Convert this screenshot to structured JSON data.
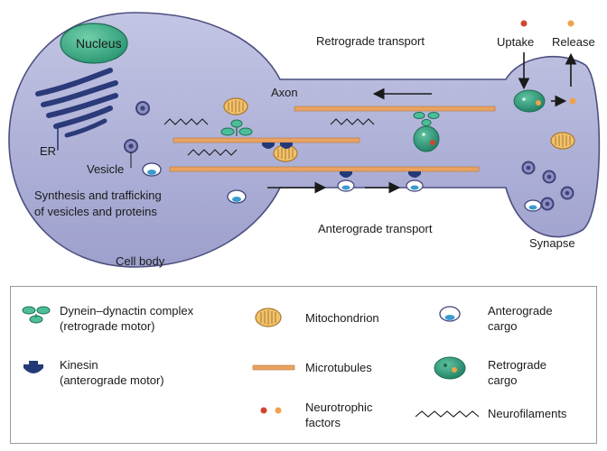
{
  "diagram": {
    "labels": {
      "nucleus": "Nucleus",
      "er": "ER",
      "vesicle": "Vesicle",
      "synthesis_line1": "Synthesis and trafficking",
      "synthesis_line2": "of vesicles and proteins",
      "cell_body": "Cell body",
      "axon": "Axon",
      "retrograde_transport": "Retrograde transport",
      "anterograde_transport": "Anterograde transport",
      "uptake": "Uptake",
      "release": "Release",
      "synapse": "Synapse"
    }
  },
  "legend": {
    "dynein_line1": "Dynein–dynactin complex",
    "dynein_line2": "(retrograde motor)",
    "mitochondrion": "Mitochondrion",
    "anterograde_cargo_line1": "Anterograde",
    "anterograde_cargo_line2": "cargo",
    "kinesin_line1": "Kinesin",
    "kinesin_line2": "(anterograde motor)",
    "microtubules": "Microtubules",
    "retrograde_cargo_line1": "Retrograde",
    "retrograde_cargo_line2": "cargo",
    "neurotrophic_line1": "Neurotrophic",
    "neurotrophic_line2": "factors",
    "neurofilaments": "Neurofilaments"
  },
  "colors": {
    "cell": "#a9acd4",
    "cell_edge": "#4c4f80",
    "nucleus": "#38a784",
    "er": "#2b3a78",
    "microtubule": "#e9a260",
    "mitochondrion": "#f2c36d",
    "retrograde_cargo": "#2f9c80",
    "kinesin": "#243a78",
    "neurotrophic_red": "#d0452f",
    "neurotrophic_orange": "#f0a24a"
  }
}
